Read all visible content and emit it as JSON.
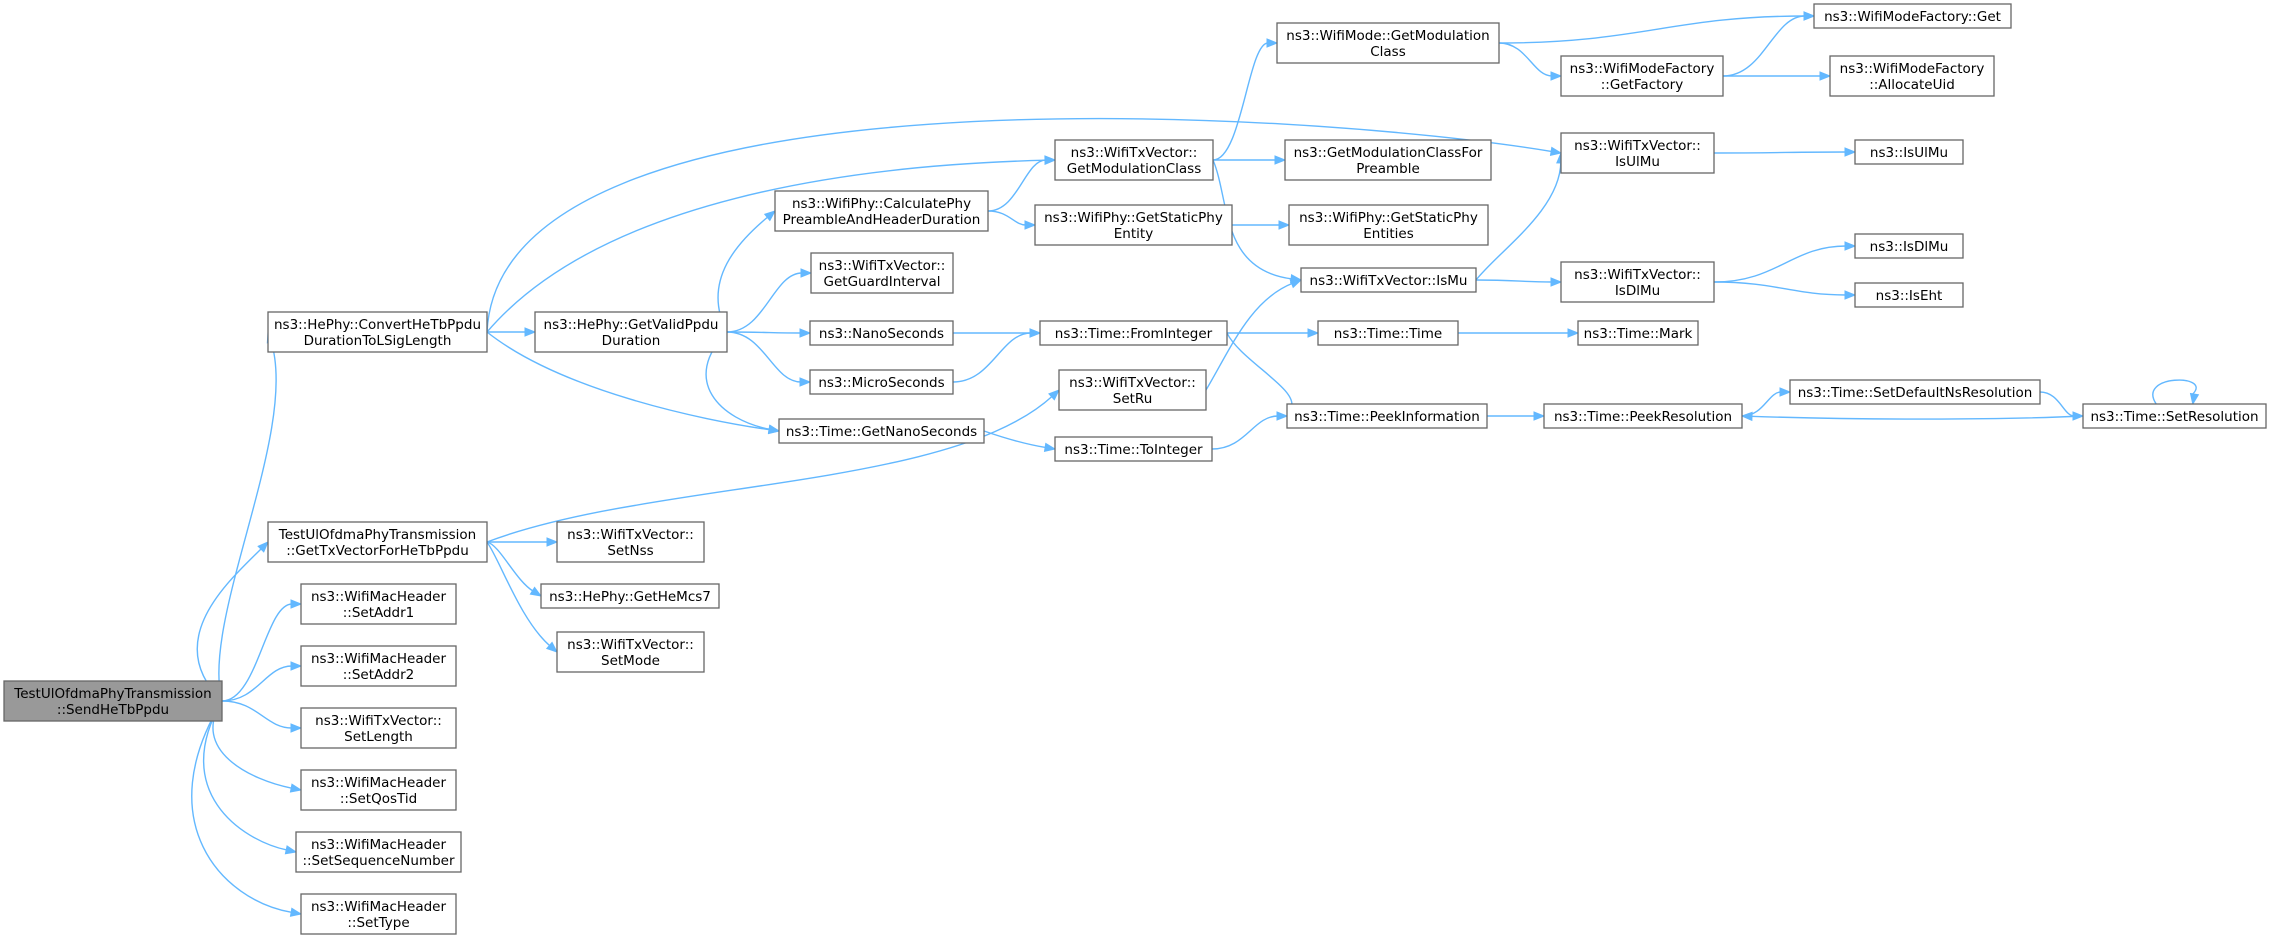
{
  "diagram": {
    "colors": {
      "edge": "#63b8ff",
      "node_border": "#666666",
      "node_fill": "#ffffff",
      "root_fill": "#999999"
    },
    "nodes": [
      {
        "id": "root",
        "lines": [
          "TestUlOfdmaPhyTransmission",
          "::SendHeTbPpdu"
        ],
        "highlight": true
      },
      {
        "id": "convert",
        "lines": [
          "ns3::HePhy::ConvertHeTbPpdu",
          "DurationToLSigLength"
        ]
      },
      {
        "id": "gettxv",
        "lines": [
          "TestUlOfdmaPhyTransmission",
          "::GetTxVectorForHeTbPpdu"
        ]
      },
      {
        "id": "setaddr1",
        "lines": [
          "ns3::WifiMacHeader",
          "::SetAddr1"
        ]
      },
      {
        "id": "setaddr2",
        "lines": [
          "ns3::WifiMacHeader",
          "::SetAddr2"
        ]
      },
      {
        "id": "setlength",
        "lines": [
          "ns3::WifiTxVector::",
          "SetLength"
        ]
      },
      {
        "id": "setqostid",
        "lines": [
          "ns3::WifiMacHeader",
          "::SetQosTid"
        ]
      },
      {
        "id": "setseq",
        "lines": [
          "ns3::WifiMacHeader",
          "::SetSequenceNumber"
        ]
      },
      {
        "id": "settype",
        "lines": [
          "ns3::WifiMacHeader",
          "::SetType"
        ]
      },
      {
        "id": "getvalid",
        "lines": [
          "ns3::HePhy::GetValidPpdu",
          "Duration"
        ]
      },
      {
        "id": "calcphy",
        "lines": [
          "ns3::WifiPhy::CalculatePhy",
          "PreambleAndHeaderDuration"
        ]
      },
      {
        "id": "guard",
        "lines": [
          "ns3::WifiTxVector::",
          "GetGuardInterval"
        ]
      },
      {
        "id": "nanosec",
        "lines": [
          "ns3::NanoSeconds"
        ]
      },
      {
        "id": "microsec",
        "lines": [
          "ns3::MicroSeconds"
        ]
      },
      {
        "id": "getnano",
        "lines": [
          "ns3::Time::GetNanoSeconds"
        ]
      },
      {
        "id": "setnss",
        "lines": [
          "ns3::WifiTxVector::",
          "SetNss"
        ]
      },
      {
        "id": "getmcs7",
        "lines": [
          "ns3::HePhy::GetHeMcs7"
        ]
      },
      {
        "id": "setmode",
        "lines": [
          "ns3::WifiTxVector::",
          "SetMode"
        ]
      },
      {
        "id": "getmodclass",
        "lines": [
          "ns3::WifiTxVector::",
          "GetModulationClass"
        ]
      },
      {
        "id": "staticphy",
        "lines": [
          "ns3::WifiPhy::GetStaticPhy",
          "Entity"
        ]
      },
      {
        "id": "frominteger",
        "lines": [
          "ns3::Time::FromInteger"
        ]
      },
      {
        "id": "setru",
        "lines": [
          "ns3::WifiTxVector::",
          "SetRu"
        ]
      },
      {
        "id": "tointeger",
        "lines": [
          "ns3::Time::ToInteger"
        ]
      },
      {
        "id": "modegetmod",
        "lines": [
          "ns3::WifiMode::GetModulation",
          "Class"
        ]
      },
      {
        "id": "modclassfor",
        "lines": [
          "ns3::GetModulationClassFor",
          "Preamble"
        ]
      },
      {
        "id": "staticentities",
        "lines": [
          "ns3::WifiPhy::GetStaticPhy",
          "Entities"
        ]
      },
      {
        "id": "ismu",
        "lines": [
          "ns3::WifiTxVector::IsMu"
        ]
      },
      {
        "id": "timetime",
        "lines": [
          "ns3::Time::Time"
        ]
      },
      {
        "id": "peekinfo",
        "lines": [
          "ns3::Time::PeekInformation"
        ]
      },
      {
        "id": "factoryget",
        "lines": [
          "ns3::WifiModeFactory::Get"
        ]
      },
      {
        "id": "getfactory",
        "lines": [
          "ns3::WifiModeFactory",
          "::GetFactory"
        ]
      },
      {
        "id": "allocuid",
        "lines": [
          "ns3::WifiModeFactory",
          "::AllocateUid"
        ]
      },
      {
        "id": "isulmu",
        "lines": [
          "ns3::WifiTxVector::",
          "IsUlMu"
        ]
      },
      {
        "id": "isdlmu",
        "lines": [
          "ns3::WifiTxVector::",
          "IsDlMu"
        ]
      },
      {
        "id": "timemark",
        "lines": [
          "ns3::Time::Mark"
        ]
      },
      {
        "id": "peekres",
        "lines": [
          "ns3::Time::PeekResolution"
        ]
      },
      {
        "id": "setdefault",
        "lines": [
          "ns3::Time::SetDefaultNsResolution"
        ]
      },
      {
        "id": "setres",
        "lines": [
          "ns3::Time::SetResolution"
        ]
      },
      {
        "id": "isulmu2",
        "lines": [
          "ns3::IsUlMu"
        ]
      },
      {
        "id": "isdlmu2",
        "lines": [
          "ns3::IsDlMu"
        ]
      },
      {
        "id": "iseht",
        "lines": [
          "ns3::IsEht"
        ]
      }
    ]
  }
}
